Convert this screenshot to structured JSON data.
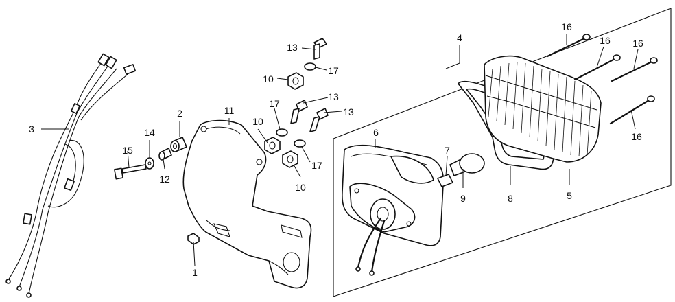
{
  "callouts": {
    "c1": "1",
    "c2": "2",
    "c3": "3",
    "c4": "4",
    "c5": "5",
    "c6": "6",
    "c7": "7",
    "c8": "8",
    "c9": "9",
    "c10a": "10",
    "c10b": "10",
    "c10c": "10",
    "c11": "11",
    "c12": "12",
    "c13a": "13",
    "c13b": "13",
    "c13c": "13",
    "c14": "14",
    "c15": "15",
    "c16a": "16",
    "c16b": "16",
    "c16c": "16",
    "c16d": "16",
    "c17a": "17",
    "c17b": "17",
    "c17c": "17"
  }
}
